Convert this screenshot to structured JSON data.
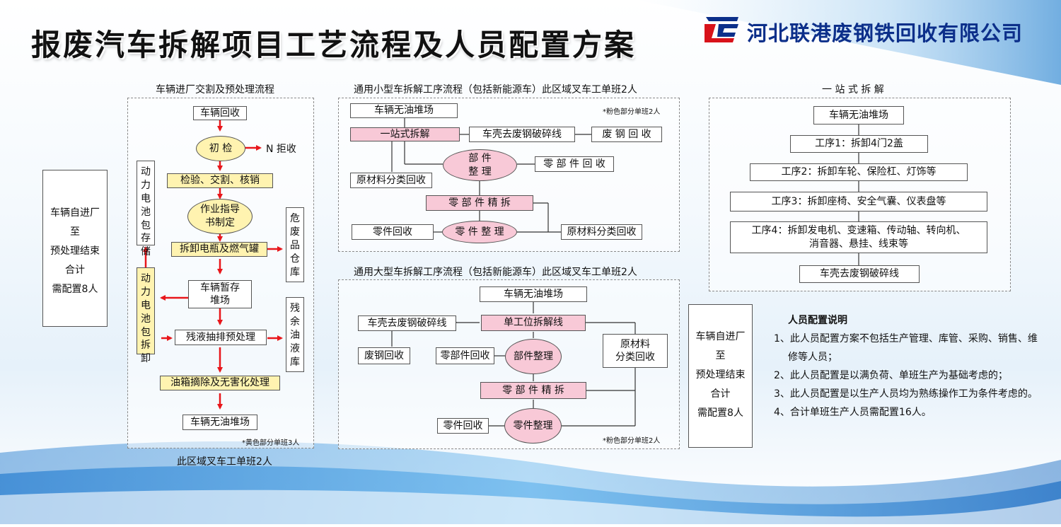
{
  "header": {
    "title": "报废汽车拆解项目工艺流程及人员配置方案",
    "company": "河北联港废钢铁回收有限公司"
  },
  "colors": {
    "yellow_fill": "#fff3b0",
    "pink_fill": "#f8c9d7",
    "arrow_red": "#e8161b",
    "company_blue": "#0c2f8a"
  },
  "left": {
    "title": "车辆进厂交割及预处理流程",
    "bottom_caption": "此区域叉车工单班2人",
    "note": "*黄色部分单班3人",
    "steps": [
      "车辆回收",
      "初  检",
      "检验、交割、核销",
      "作业指导书制定",
      "拆卸电瓶及燃气罐",
      "车辆暂存堆场",
      "残液抽排预处理",
      "油箱摘除及无害化处理",
      "车辆无油堆场"
    ],
    "reject": "N 拒收",
    "side_boxes": [
      "动力电池包存储",
      "动力电池包拆卸",
      "危废品仓库",
      "残余油液库"
    ],
    "staff_box": [
      "车辆自进厂",
      "至",
      "预处理结束",
      "合计",
      "需配置8人"
    ]
  },
  "small": {
    "title": "通用小型车拆解工序流程（包括新能源车）此区域叉车工单班2人",
    "note": "*粉色部分单班2人",
    "nodes": [
      "车辆无油堆场",
      "一站式拆解",
      "车壳去废钢破碎线",
      "废 钢 回 收",
      "部  件",
      "整  理",
      "零 部 件 回 收",
      "原材料分类回收",
      "零 部 件 精 拆",
      "零件回收",
      "零 件 整 理",
      "原材料分类回收"
    ]
  },
  "large": {
    "title": "通用大型车拆解工序流程（包括新能源车）此区域叉车工单班2人",
    "note": "*粉色部分单班2人",
    "nodes": [
      "车辆无油堆场",
      "车壳去废钢破碎线",
      "单工位拆解线",
      "废钢回收",
      "零部件回收",
      "部件整理",
      "原材料",
      "分类回收",
      "零 部 件 精 拆",
      "零件回收",
      "零件整理"
    ]
  },
  "onestop": {
    "title": "一 站 式 拆 解",
    "steps": [
      "车辆无油堆场",
      "工序1：拆卸4门2盖",
      "工序2：拆卸车轮、保险杠、灯饰等",
      "工序3：拆卸座椅、安全气囊、仪表盘等",
      "工序4：拆卸发电机、变速箱、传动轴、转向机、",
      "消音器、悬挂、线束等",
      "车壳去废钢破碎线"
    ]
  },
  "right_staff_box": [
    "车辆自进厂",
    "至",
    "预处理结束",
    "合计",
    "需配置8人"
  ],
  "explanation": {
    "heading": "人员配置说明",
    "items": [
      "1、此人员配置方案不包括生产管理、库管、采购、销售、维修等人员；",
      "2、此人员配置是以满负荷、单班生产为基础考虑的；",
      "3、此人员配置是以生产人员均为熟练操作工为条件考虑的。",
      "4、合计单班生产人员需配置16人。"
    ]
  }
}
